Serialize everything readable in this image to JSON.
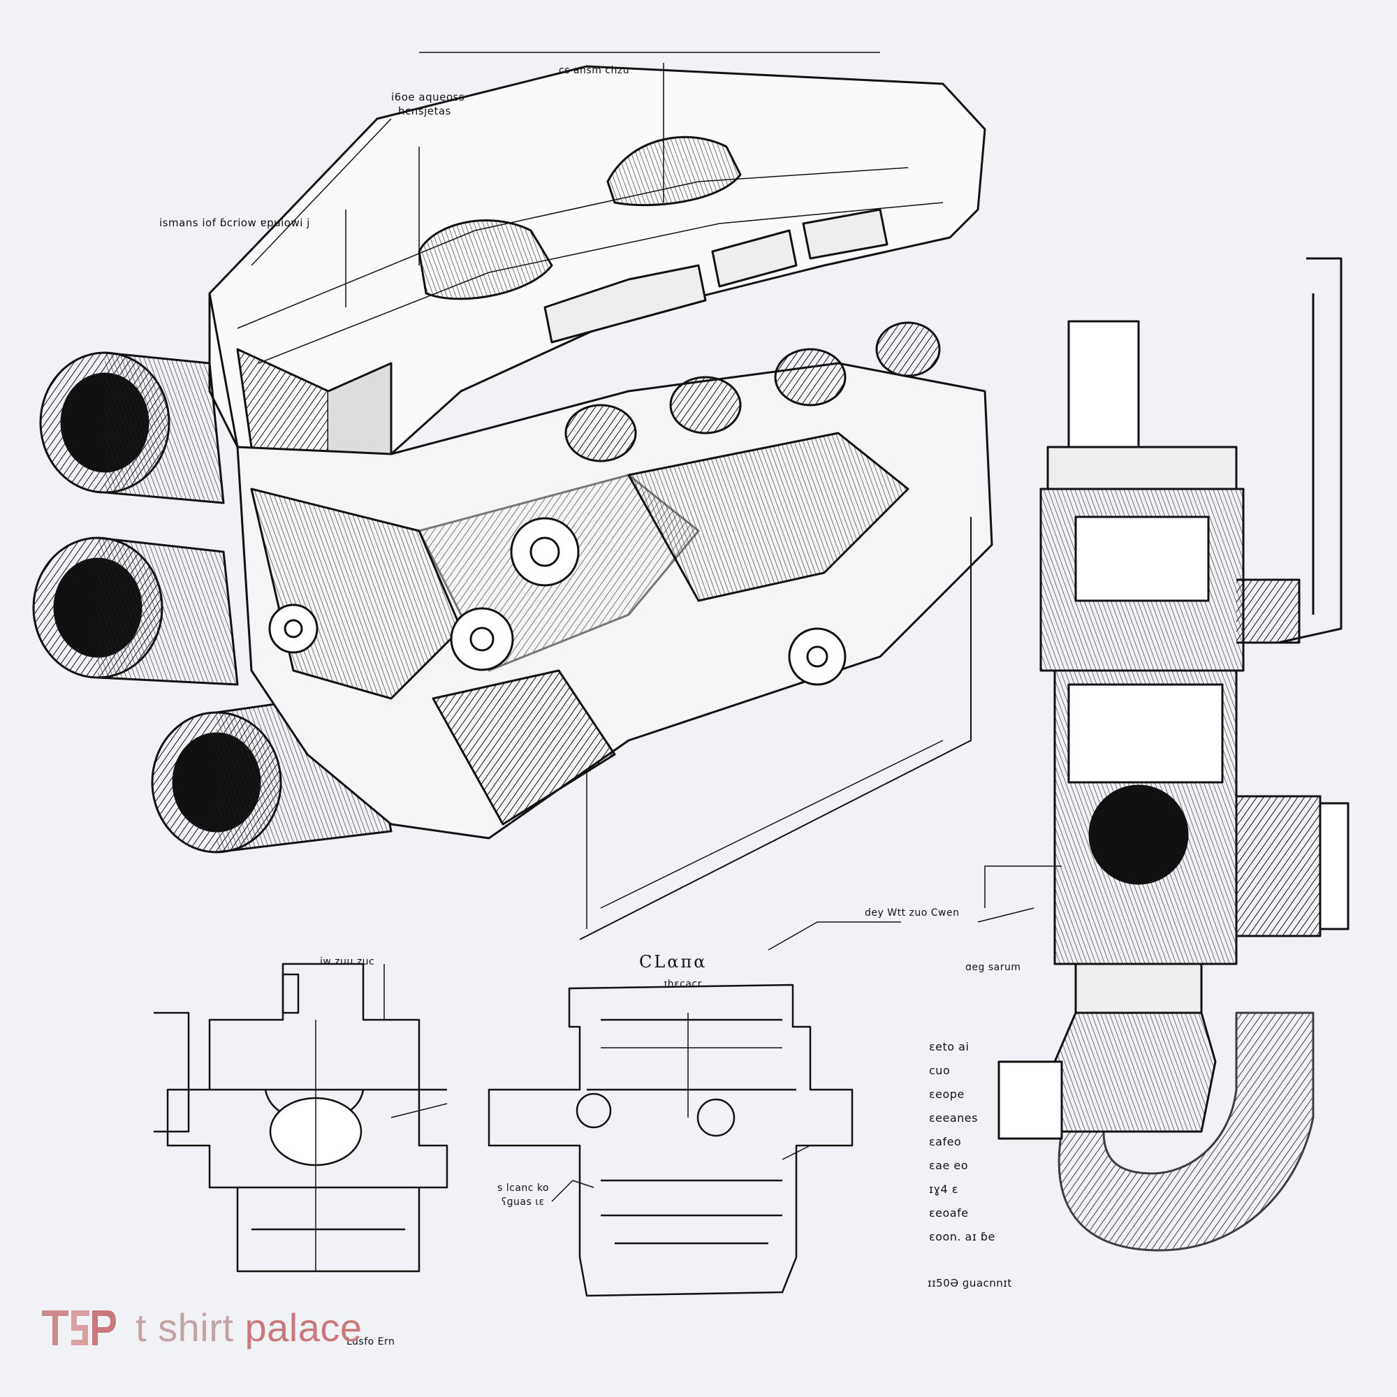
{
  "colors": {
    "background": "#f1f2f6",
    "ink": "#111111",
    "watermark": "#c9797c"
  },
  "labels": {
    "top_center": "cs ansm chzu",
    "top_left_line1": "i6oe aqueoss",
    "top_left_line2": "hcnsjetas",
    "mid_left": "ismans iof ɓcriow ɐpuiowi j",
    "right_mid_upper": "dey Wtt zuo Cwen",
    "right_mid_lower": "ɑeg sarum",
    "bottom_center_title": "CLαπα",
    "bottom_center_sub": "ɪhɛcacr",
    "bottom_left_top": "iw zuu zuc",
    "bottom_center_note_line1": "s lcanc ko",
    "bottom_center_note_line2": "ʕɡuas ɩɛ",
    "bottom_right_caption": "ɪɪ50Ə ɡuacnnɪt",
    "watermark_sub": "Lusfo Ern",
    "right_column": [
      "ɛeto ai",
      "cuo",
      "ɛeope",
      "ɛeeanes",
      "ɛafeo",
      "ɛae eo",
      "ɪɣ4 ɛ",
      "ɛeoafe",
      "ɛoon. aɪ ɓe"
    ]
  },
  "watermark": {
    "logo": "TSP",
    "text_first": "t shirt",
    "text_second": "palace"
  }
}
